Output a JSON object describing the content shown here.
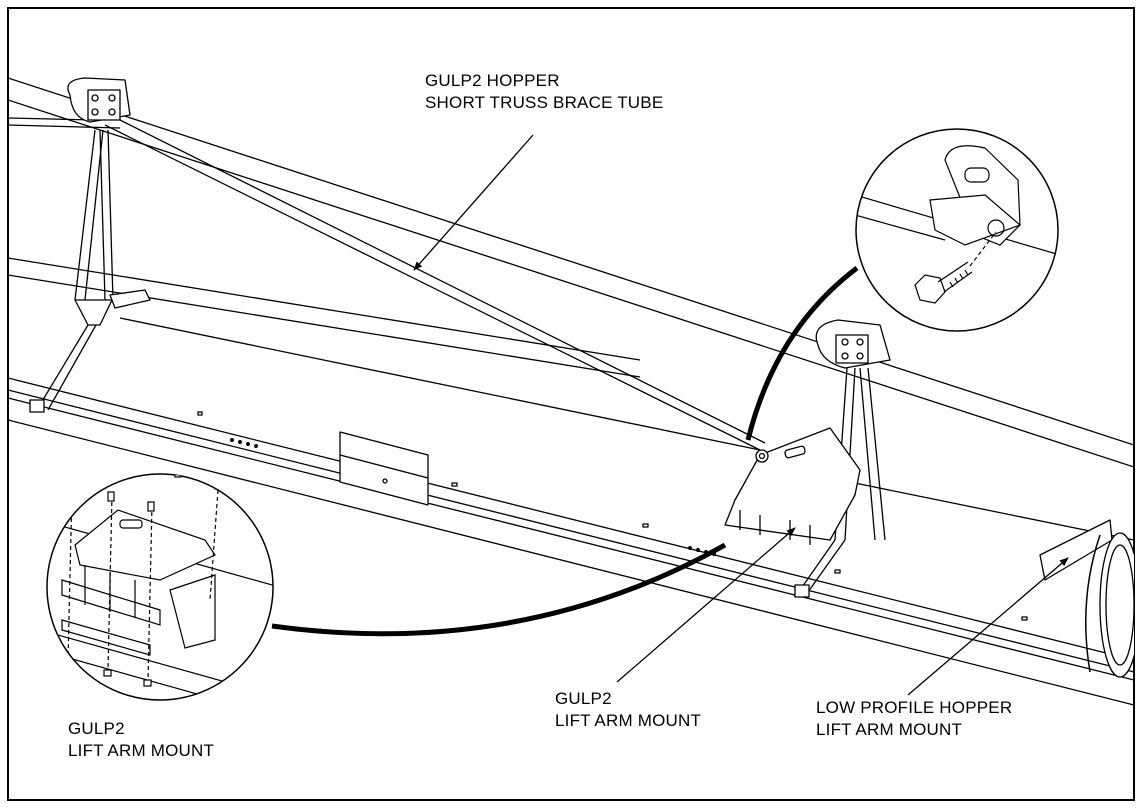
{
  "labels": {
    "truss_brace": {
      "line1": "GULP2 HOPPER",
      "line2": "SHORT TRUSS BRACE TUBE"
    },
    "gulp2_mount_detail": {
      "line1": "GULP2",
      "line2": "LIFT ARM MOUNT"
    },
    "gulp2_mount": {
      "line1": "GULP2",
      "line2": "LIFT ARM MOUNT"
    },
    "low_profile_mount": {
      "line1": "LOW PROFILE HOPPER",
      "line2": "LIFT ARM MOUNT"
    }
  },
  "colors": {
    "ink": "#000000",
    "paper": "#ffffff",
    "frame": "#000000"
  }
}
